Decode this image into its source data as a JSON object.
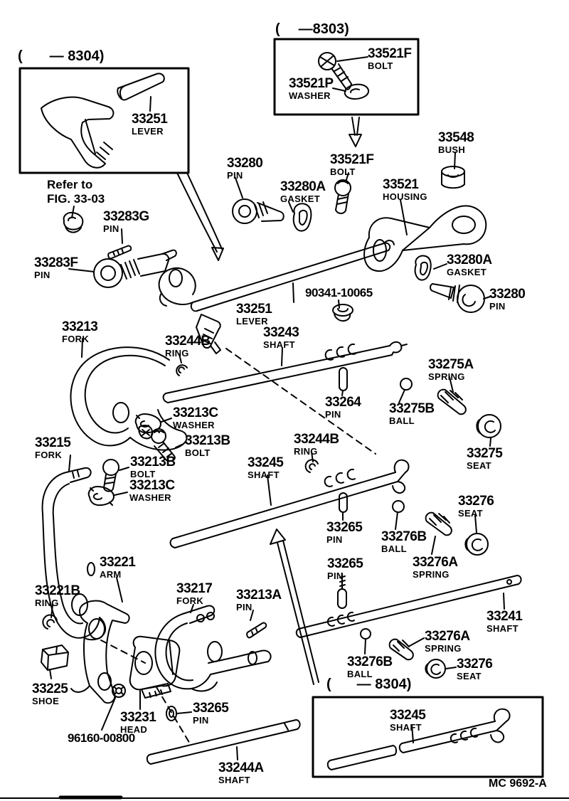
{
  "insets": {
    "top_left": {
      "paren": "(",
      "code": "— 8304)"
    },
    "top_center": {
      "paren": "(",
      "code": "—8303)"
    },
    "bottom_right": {
      "paren": "(",
      "code": "— 8304)"
    }
  },
  "note": {
    "line1": "Refer to",
    "line2": "FIG. 33-03"
  },
  "footer": {
    "figure_code": "MC  9692-A"
  },
  "labels": {
    "l33251_box": {
      "number": "33251",
      "name": "LEVER"
    },
    "l33521f_box": {
      "number": "33521F",
      "name": "BOLT"
    },
    "l33521p_box": {
      "number": "33521P",
      "name": "WASHER"
    },
    "l33548": {
      "number": "33548",
      "name": "BUSH"
    },
    "l33280_a": {
      "number": "33280",
      "name": "PIN"
    },
    "l33280a_a": {
      "number": "33280A",
      "name": "GASKET"
    },
    "l33521f_2": {
      "number": "33521F",
      "name": "BOLT"
    },
    "l33521": {
      "number": "33521",
      "name": "HOUSING"
    },
    "l33283g": {
      "number": "33283G",
      "name": "PIN"
    },
    "l33283f": {
      "number": "33283F",
      "name": "PIN"
    },
    "l33280a_b": {
      "number": "33280A",
      "name": "GASKET"
    },
    "l33280_b": {
      "number": "33280",
      "name": "PIN"
    },
    "l33251_main": {
      "number": "33251",
      "name": "LEVER"
    },
    "l90341": {
      "number": "90341-10065",
      "name": ""
    },
    "l33213": {
      "number": "33213",
      "name": "FORK"
    },
    "l33244b_a": {
      "number": "33244B",
      "name": "RING"
    },
    "l33243": {
      "number": "33243",
      "name": "SHAFT"
    },
    "l33264": {
      "number": "33264",
      "name": "PIN"
    },
    "l33275a": {
      "number": "33275A",
      "name": "SPRING"
    },
    "l33275b": {
      "number": "33275B",
      "name": "BALL"
    },
    "l33275": {
      "number": "33275",
      "name": "SEAT"
    },
    "l33213c_a": {
      "number": "33213C",
      "name": "WASHER"
    },
    "l33213b_a": {
      "number": "33213B",
      "name": "BOLT"
    },
    "l33215": {
      "number": "33215",
      "name": "FORK"
    },
    "l33213b_b": {
      "number": "33213B",
      "name": "BOLT"
    },
    "l33213c_b": {
      "number": "33213C",
      "name": "WASHER"
    },
    "l33244b_b": {
      "number": "33244B",
      "name": "RING"
    },
    "l33245_main": {
      "number": "33245",
      "name": "SHAFT"
    },
    "l33265_a": {
      "number": "33265",
      "name": "PIN"
    },
    "l33276b_a": {
      "number": "33276B",
      "name": "BALL"
    },
    "l33276_a": {
      "number": "33276",
      "name": "SEAT"
    },
    "l33276a_a": {
      "number": "33276A",
      "name": "SPRING"
    },
    "l33265_b": {
      "number": "33265",
      "name": "PIN"
    },
    "l33221": {
      "number": "33221",
      "name": "ARM"
    },
    "l33221b": {
      "number": "33221B",
      "name": "RING"
    },
    "l33217": {
      "number": "33217",
      "name": "FORK"
    },
    "l33213a": {
      "number": "33213A",
      "name": "PIN"
    },
    "l33225": {
      "number": "33225",
      "name": "SHOE"
    },
    "l33231": {
      "number": "33231",
      "name": "HEAD"
    },
    "l96160": {
      "number": "96160-00800",
      "name": ""
    },
    "l33265_c": {
      "number": "33265",
      "name": "PIN"
    },
    "l33244a": {
      "number": "33244A",
      "name": "SHAFT"
    },
    "l33241": {
      "number": "33241",
      "name": "SHAFT"
    },
    "l33276a_b": {
      "number": "33276A",
      "name": "SPRING"
    },
    "l33276b_b": {
      "number": "33276B",
      "name": "BALL"
    },
    "l33276_b": {
      "number": "33276",
      "name": "SEAT"
    },
    "l33245_box": {
      "number": "33245",
      "name": "SHAFT"
    }
  }
}
